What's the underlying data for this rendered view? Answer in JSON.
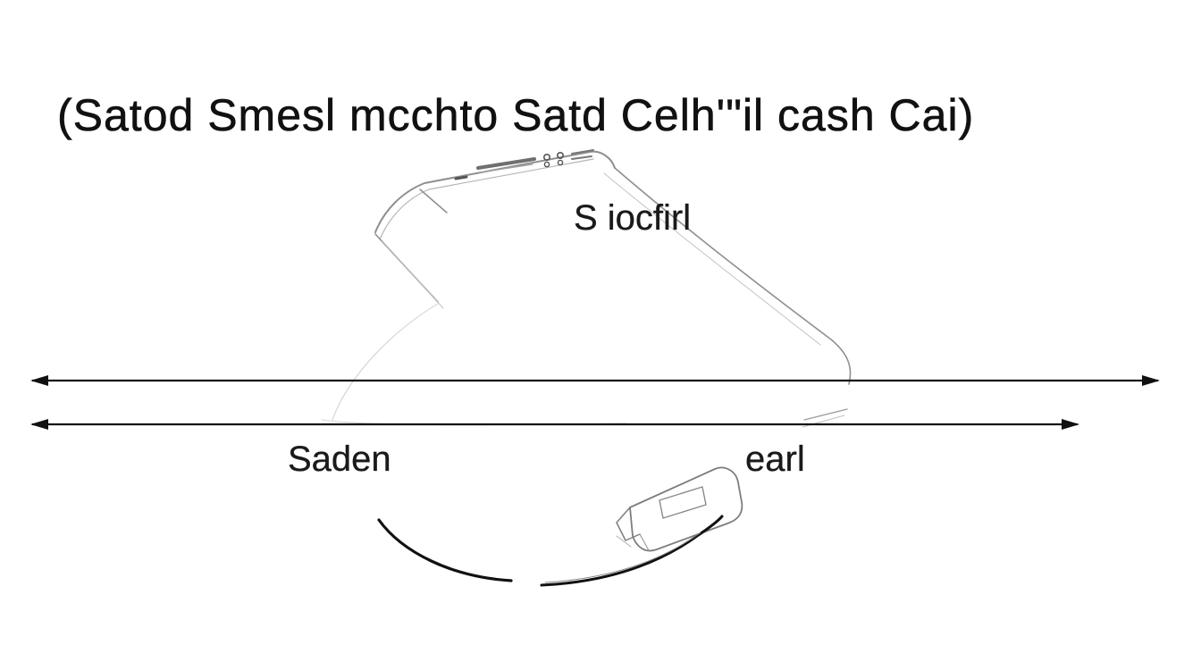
{
  "diagram": {
    "title": "(Satod Smesl mcchto Satd Celh'\"il cash Cai)",
    "label_top": "S iocfirl",
    "label_left": "Saden",
    "label_right": "earl"
  },
  "colors": {
    "background": "#ffffff",
    "ink": "#111111",
    "sketch": "#9a9a9a"
  },
  "icons": {
    "device": "smartphone-outline-icon",
    "card": "card-outline-icon"
  }
}
